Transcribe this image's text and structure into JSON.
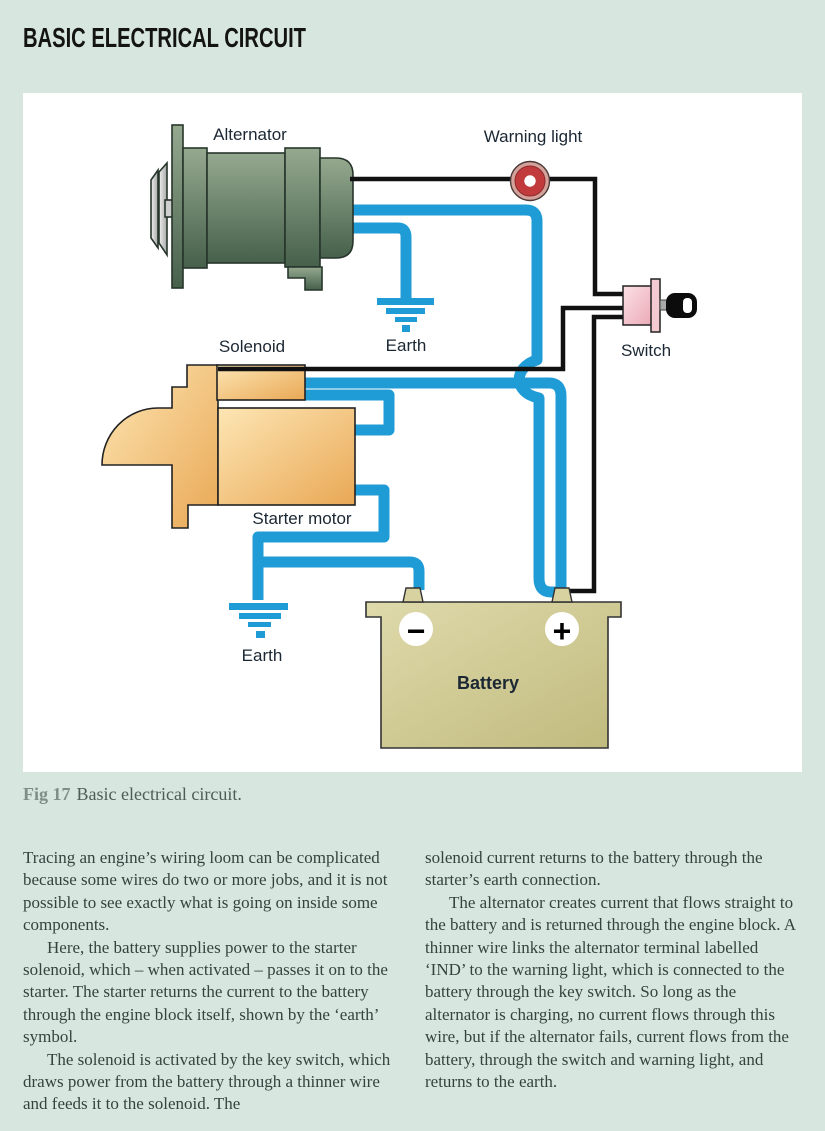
{
  "page": {
    "title": "BASIC ELECTRICAL CIRCUIT",
    "background_color": "#d7e7df"
  },
  "figure": {
    "caption_label": "Fig 17",
    "caption_text": "Basic electrical circuit.",
    "labels": {
      "alternator": "Alternator",
      "warning_light": "Warning light",
      "solenoid": "Solenoid",
      "earth_alternator": "Earth",
      "switch": "Switch",
      "starter_motor": "Starter motor",
      "earth_starter": "Earth",
      "battery": "Battery"
    },
    "signs": {
      "minus": "−",
      "plus": "+"
    },
    "colors": {
      "thick_wire_blue": "#1f9cd6",
      "thin_wire_black": "#111111",
      "alternator_green": "#5d7a60",
      "starter_tan": "#f0c07a",
      "battery_khaki": "#cfc992",
      "switch_pink": "#f2bcc6",
      "warning_light_red": "#c13a3c",
      "panel_white": "#ffffff"
    }
  },
  "article": {
    "left_column": [
      "Tracing an engine’s wiring loom can be complicated because some wires do two or more jobs, and it is not possible to see exactly what is going on inside some components.",
      "Here, the battery supplies power to the starter solenoid, which – when activated – passes it on to the starter. The starter returns the current to the battery through the engine block itself, shown by the ‘earth’ symbol.",
      "The solenoid is activated by the key switch, which draws power from the battery through a thinner wire and feeds it to the solenoid. The"
    ],
    "right_column": [
      "solenoid current returns to the battery through the starter’s earth connection.",
      "The alternator creates current that flows straight to the battery and is returned through the engine block. A thinner wire links the alternator terminal labelled ‘IND’ to the warning light, which is connected to the battery through the key switch. So long as the alternator is charging, no current flows through this wire, but if the alternator fails, current flows from the battery, through the switch and warning light, and returns to the earth."
    ]
  }
}
